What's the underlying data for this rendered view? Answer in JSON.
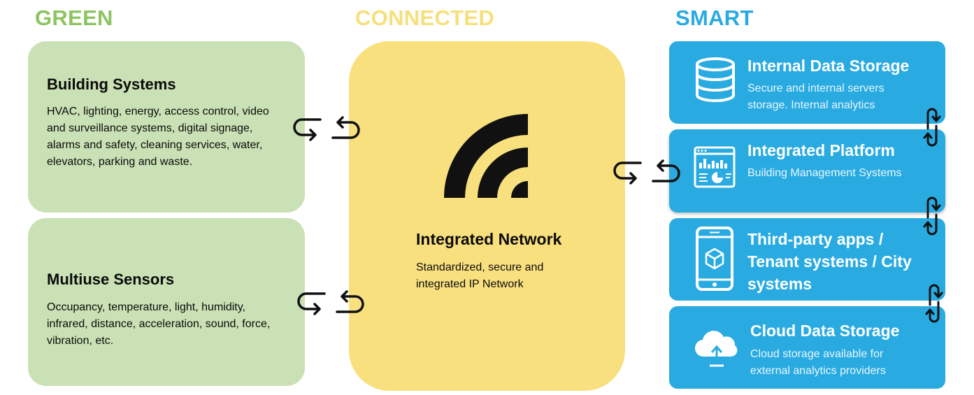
{
  "headers": {
    "green": "GREEN",
    "connected": "CONNECTED",
    "smart": "SMART"
  },
  "green_boxes": {
    "building": {
      "title": "Building Systems",
      "text": "HVAC, lighting, energy, access control, video and surveillance systems, digital signage, alarms and safety, cleaning services, water, elevators, parking and waste."
    },
    "sensors": {
      "title": "Multiuse Sensors",
      "text": "Occupancy, temperature, light, humidity, infrared, distance, acceleration, sound, force, vibration, etc."
    }
  },
  "network": {
    "title": "Integrated Network",
    "text": "Standardized, secure and integrated IP Network",
    "icon": "wifi-icon"
  },
  "smart_boxes": {
    "internal": {
      "title": "Internal Data Storage",
      "text": "Secure and internal servers storage. Internal analytics",
      "icon": "database-icon"
    },
    "platform": {
      "title": "Integrated Platform",
      "text": "Building Management Systems",
      "icon": "dashboard-icon"
    },
    "thirdparty": {
      "title": "Third-party apps / Tenant systems / City systems",
      "icon": "smartphone-cube-icon"
    },
    "cloud": {
      "title": "Cloud Data Storage",
      "text": "Cloud storage available for external analytics providers",
      "icon": "cloud-upload-icon"
    }
  },
  "colors": {
    "green_header": "#8dc462",
    "green_box": "#c9e1b4",
    "yellow_header": "#f6e07c",
    "yellow_box": "#f9e07f",
    "blue": "#29abe2"
  }
}
